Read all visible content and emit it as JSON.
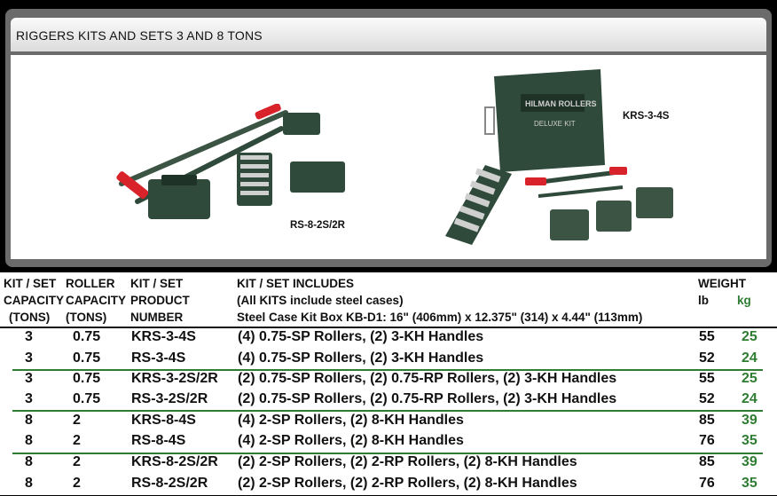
{
  "panel": {
    "title": "RIGGERS KITS AND SETS 3 AND 8 TONS"
  },
  "figures": {
    "left_label": "RS-8-2S/2R",
    "right_label": "KRS-3-4S",
    "case_brand": "HILMAN ROLLERS",
    "case_sub": "DELUXE KIT"
  },
  "table": {
    "headers": {
      "kit_capacity": [
        "KIT / SET",
        "CAPACITY",
        "(TONS)"
      ],
      "roller_capacity": [
        "ROLLER",
        "CAPACITY",
        "(TONS)"
      ],
      "product_number": [
        "KIT / SET",
        "PRODUCT",
        "NUMBER"
      ],
      "includes": [
        "KIT  / SET INCLUDES",
        "(All KITS include steel cases)",
        "Steel Case Kit Box KB-D1: 16\" (406mm) x 12.375\" (314) x 4.44\" (113mm)"
      ],
      "weight": "WEIGHT",
      "lb": "lb",
      "kg": "kg"
    },
    "rows": [
      {
        "kit": "3",
        "roller": "0.75",
        "product": "KRS-3-4S",
        "includes": "(4) 0.75-SP Rollers, (2) 3-KH Handles",
        "lb": "55",
        "kg": "25"
      },
      {
        "kit": "3",
        "roller": "0.75",
        "product": "RS-3-4S",
        "includes": "(4) 0.75-SP Rollers, (2) 3-KH Handles",
        "lb": "52",
        "kg": "24"
      },
      {
        "kit": "3",
        "roller": "0.75",
        "product": "KRS-3-2S/2R",
        "includes": "(2) 0.75-SP Rollers, (2) 0.75-RP Rollers, (2) 3-KH Handles",
        "lb": "55",
        "kg": "25"
      },
      {
        "kit": "3",
        "roller": "0.75",
        "product": "RS-3-2S/2R",
        "includes": "(2) 0.75-SP Rollers, (2) 0.75-RP Rollers, (2) 3-KH Handles",
        "lb": "52",
        "kg": "24"
      },
      {
        "kit": "8",
        "roller": "2",
        "product": "KRS-8-4S",
        "includes": "(4) 2-SP Rollers, (2) 8-KH Handles",
        "lb": "85",
        "kg": "39"
      },
      {
        "kit": "8",
        "roller": "2",
        "product": "RS-8-4S",
        "includes": "(4) 2-SP Rollers, (2) 8-KH Handles",
        "lb": "76",
        "kg": "35"
      },
      {
        "kit": "8",
        "roller": "2",
        "product": "KRS-8-2S/2R",
        "includes": "(2) 2-SP Rollers,  (2) 2-RP Rollers, (2) 8-KH Handles",
        "lb": "85",
        "kg": "39"
      },
      {
        "kit": "8",
        "roller": "2",
        "product": "RS-8-2S/2R",
        "includes": "(2) 2-SP Rollers,  (2) 2-RP Rollers, (2) 8-KH Handles",
        "lb": "76",
        "kg": "35"
      }
    ]
  },
  "colors": {
    "accent_green": "#2e7d32",
    "roller_green": "#2f4a3a",
    "handle_red": "#d9232a"
  }
}
